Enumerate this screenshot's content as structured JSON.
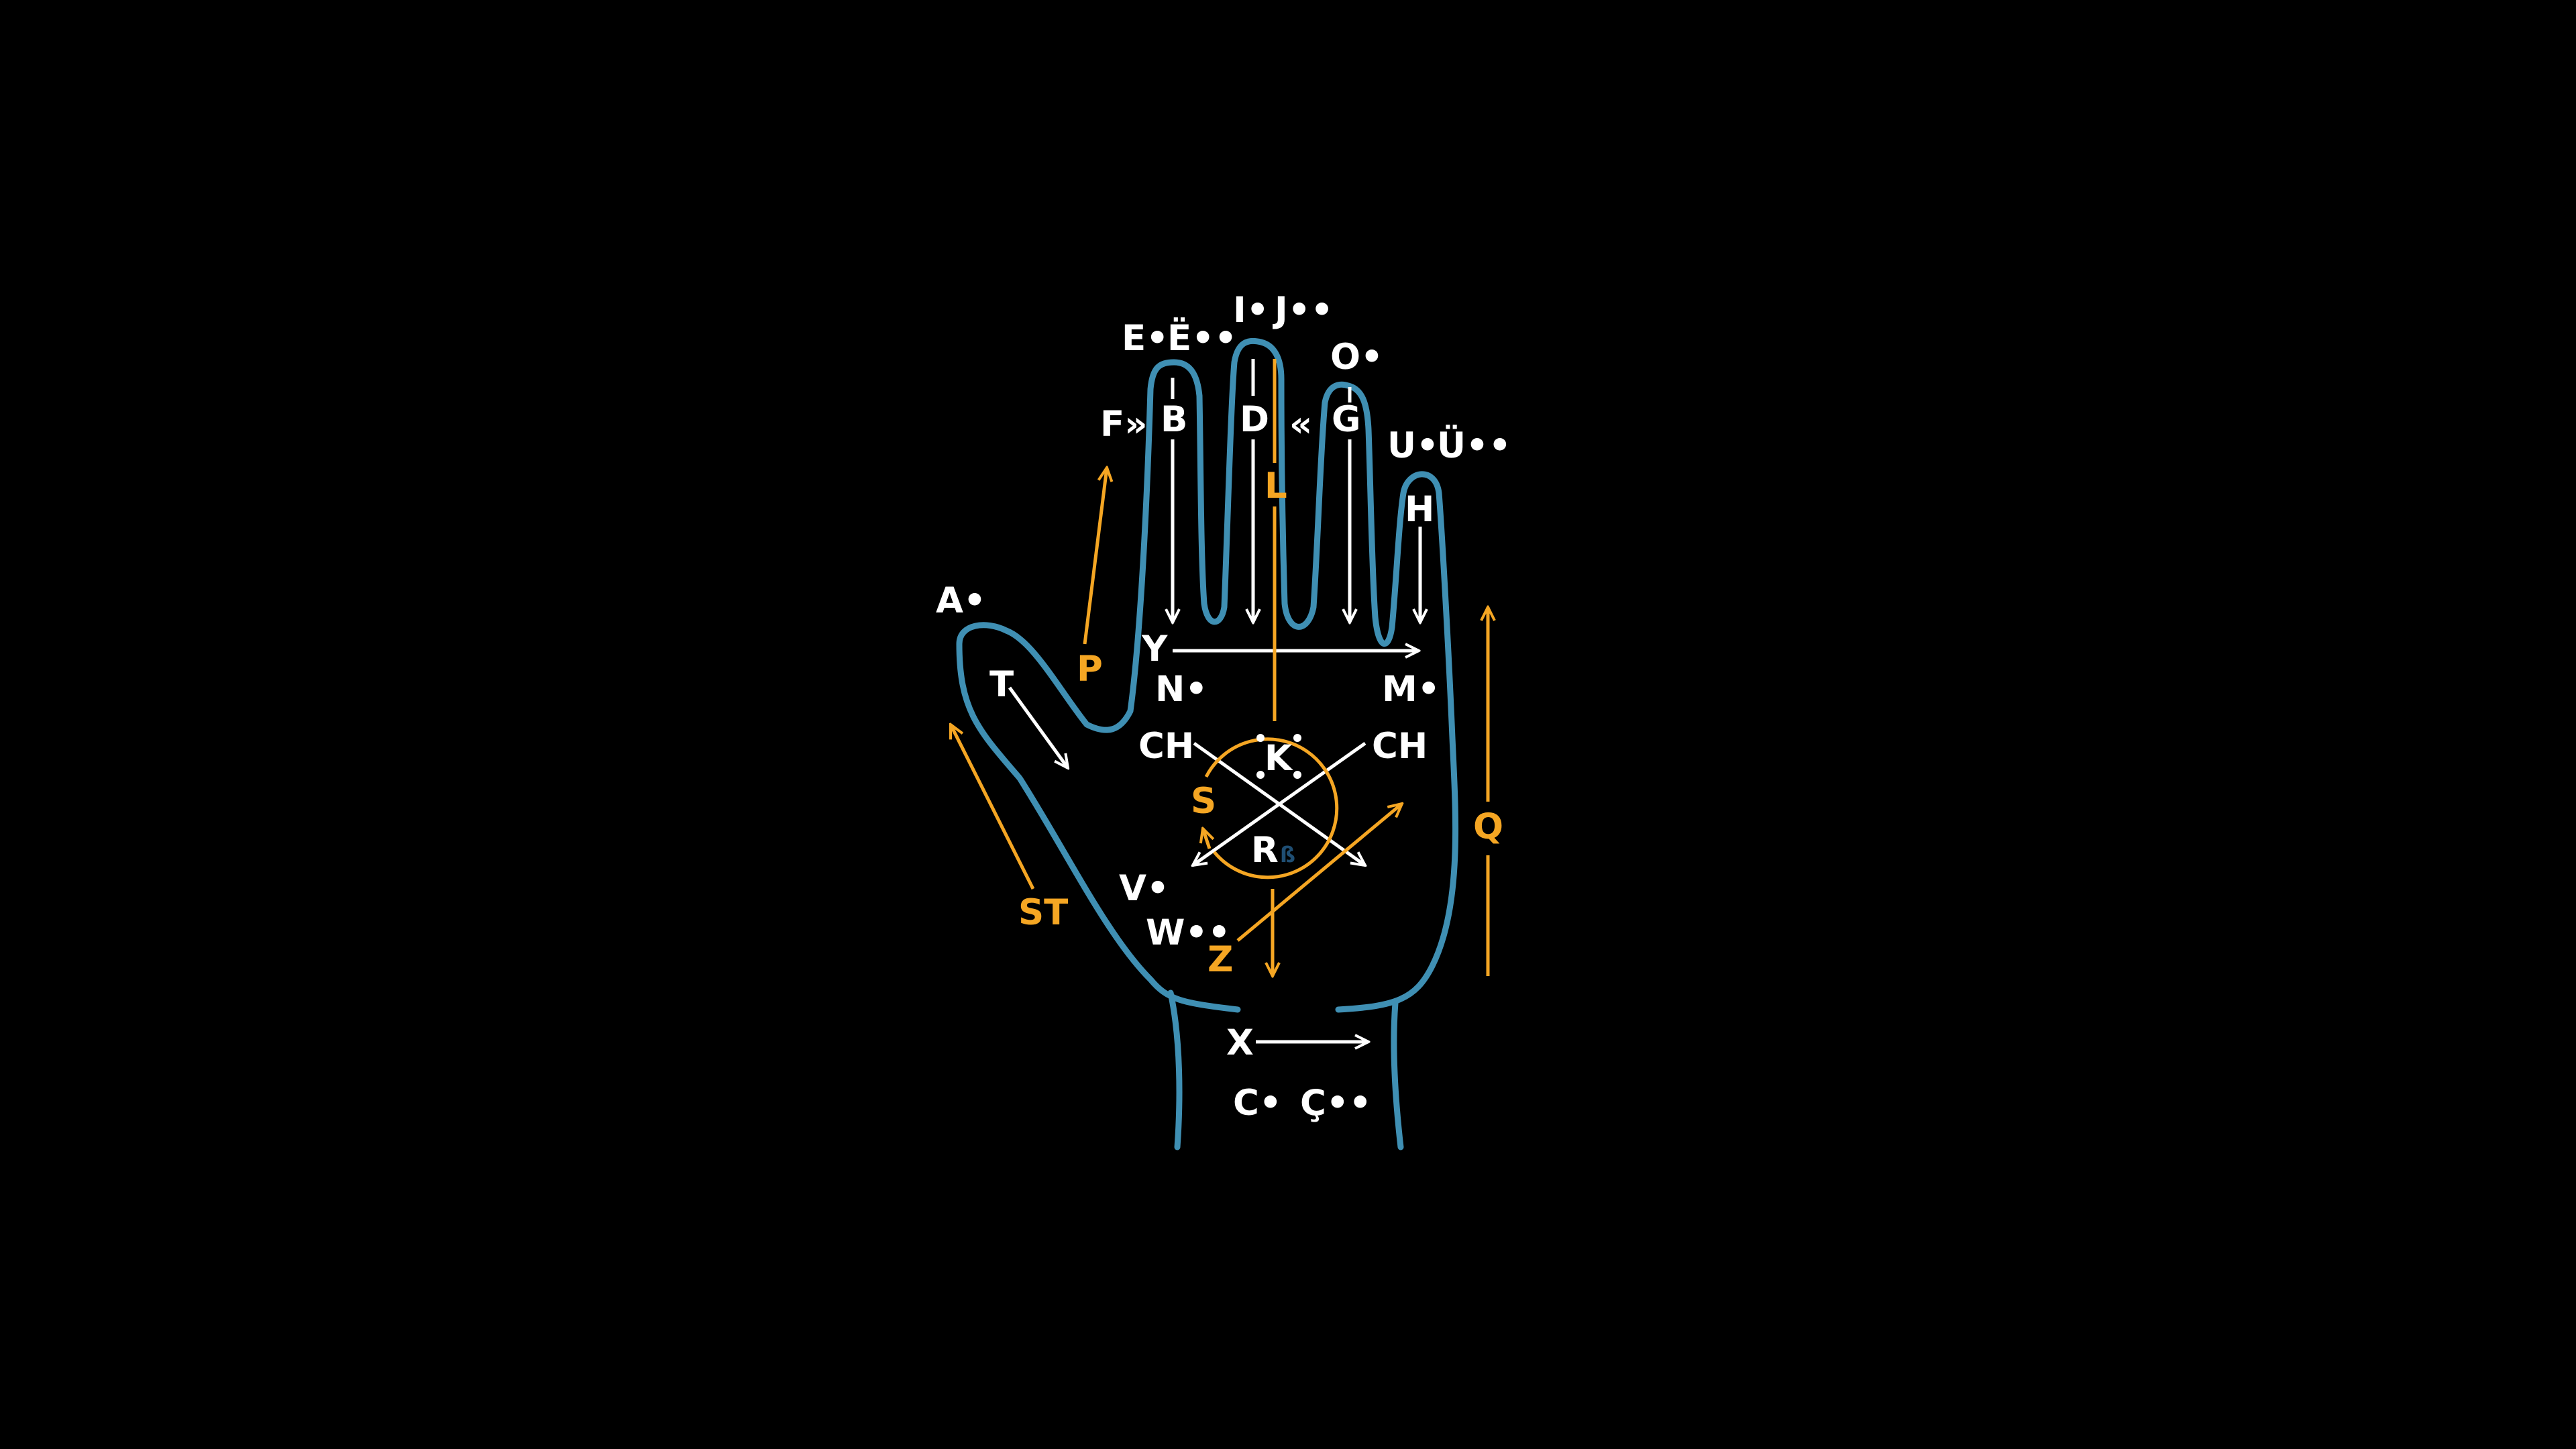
{
  "colors": {
    "background": "#000000",
    "outline": "#3f8fb3",
    "white": "#ffffff",
    "accent": "#f5a623",
    "dim": "#1f4e73"
  },
  "labels": {
    "e": "E•",
    "e_umlaut": "Ë••",
    "i": "I•",
    "j": "J••",
    "o": "O•",
    "f": "F»",
    "b": "B",
    "d": "D",
    "guillemet_left": "«",
    "g": "G",
    "u": "U•",
    "u_umlaut": "Ü••",
    "l": "L",
    "h": "H",
    "a": "A•",
    "p": "P",
    "y": "Y",
    "t": "T",
    "n": "N•",
    "m": "M•",
    "ch_left": "CH",
    "ch_right": "CH",
    "k": "K",
    "s": "S",
    "q": "Q",
    "r": "R",
    "small_mark": "ß",
    "st": "ST",
    "v": "V•",
    "w": "W••",
    "z": "Z",
    "x": "X",
    "c": "C•",
    "c_cedilla": "Ç••"
  },
  "icons": {
    "hand": "hand-outline-icon",
    "circle": "palm-circle-icon"
  }
}
